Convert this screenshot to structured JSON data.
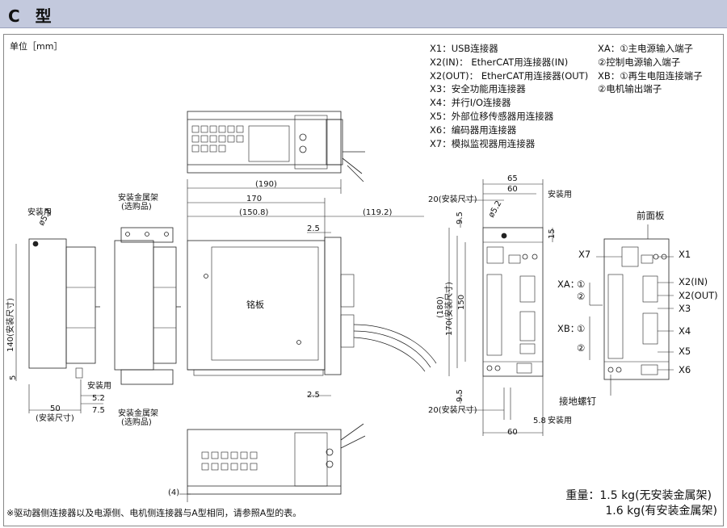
{
  "header": {
    "title": "C 型"
  },
  "unit_label": "单位［mm］",
  "connectors_left": [
    "X1：USB连接器",
    "X2(IN)：  EtherCAT用连接器(IN)",
    "X2(OUT)：  EtherCAT用连接器(OUT)",
    "X3：安全功能用连接器",
    "X4：并行I/O连接器",
    "X5：外部位移传感器用连接器",
    "X6：编码器用连接器",
    "X7：模拟监视器用连接器"
  ],
  "connectors_right": [
    "XA：①主电源输入端子",
    "      ②控制电源输入端子",
    "XB：①再生电阻连接端子",
    "      ②电机输出端子"
  ],
  "dims": {
    "d190": "(190)",
    "d170": "170",
    "d150_8": "(150.8)",
    "d119_2": "(119.2)",
    "d2_5a": "2.5",
    "d2_5b": "2.5",
    "d4": "(4)",
    "d140": "140(安装尺寸)",
    "d5": "5",
    "d50": "50",
    "d50_sub": "(安装尺寸)",
    "d5_2": "5.2",
    "d7_5": "7.5",
    "phi5_2": "ø5.2",
    "d65": "65",
    "d60a": "60",
    "d60b": "60",
    "d20a": "20(安装尺寸)",
    "d20b": "20(安装尺寸)",
    "d9_5a": "9.5",
    "d9_5b": "9.5",
    "d15": "15",
    "d180": "(180)",
    "d170v": "170(安装尺寸)",
    "d150v": "150",
    "d5_8": "5.8",
    "phi5_2b": "ø5.2"
  },
  "labels": {
    "mount_use": "安装用",
    "mount_use2": "安装用",
    "mount_use3": "安装用",
    "mount_use4": "安装用",
    "bracket_top": "安装金属架",
    "bracket_top_sub": "(选购品)",
    "bracket_bot": "安装金属架",
    "bracket_bot_sub": "(选购品)",
    "nameplate": "铭板",
    "front_panel": "前面板",
    "ground_screw": "接地螺钉",
    "x7": "X7",
    "x1": "X1",
    "x2in": "X2(IN)",
    "x2out": "X2(OUT)",
    "x3": "X3",
    "x4": "X4",
    "x5": "X5",
    "x6": "X6",
    "xa": "XA：",
    "xb": "XB：",
    "c1a": "①",
    "c2a": "②",
    "c1b": "①",
    "c2b": "②"
  },
  "weight": {
    "label": "重量：",
    "w1": "1.5 kg(无安装金属架)",
    "w2": "1.6 kg(有安装金属架)"
  },
  "note": "※驱动器侧连接器以及电源侧、电机侧连接器与A型相同，请参照A型的表。"
}
